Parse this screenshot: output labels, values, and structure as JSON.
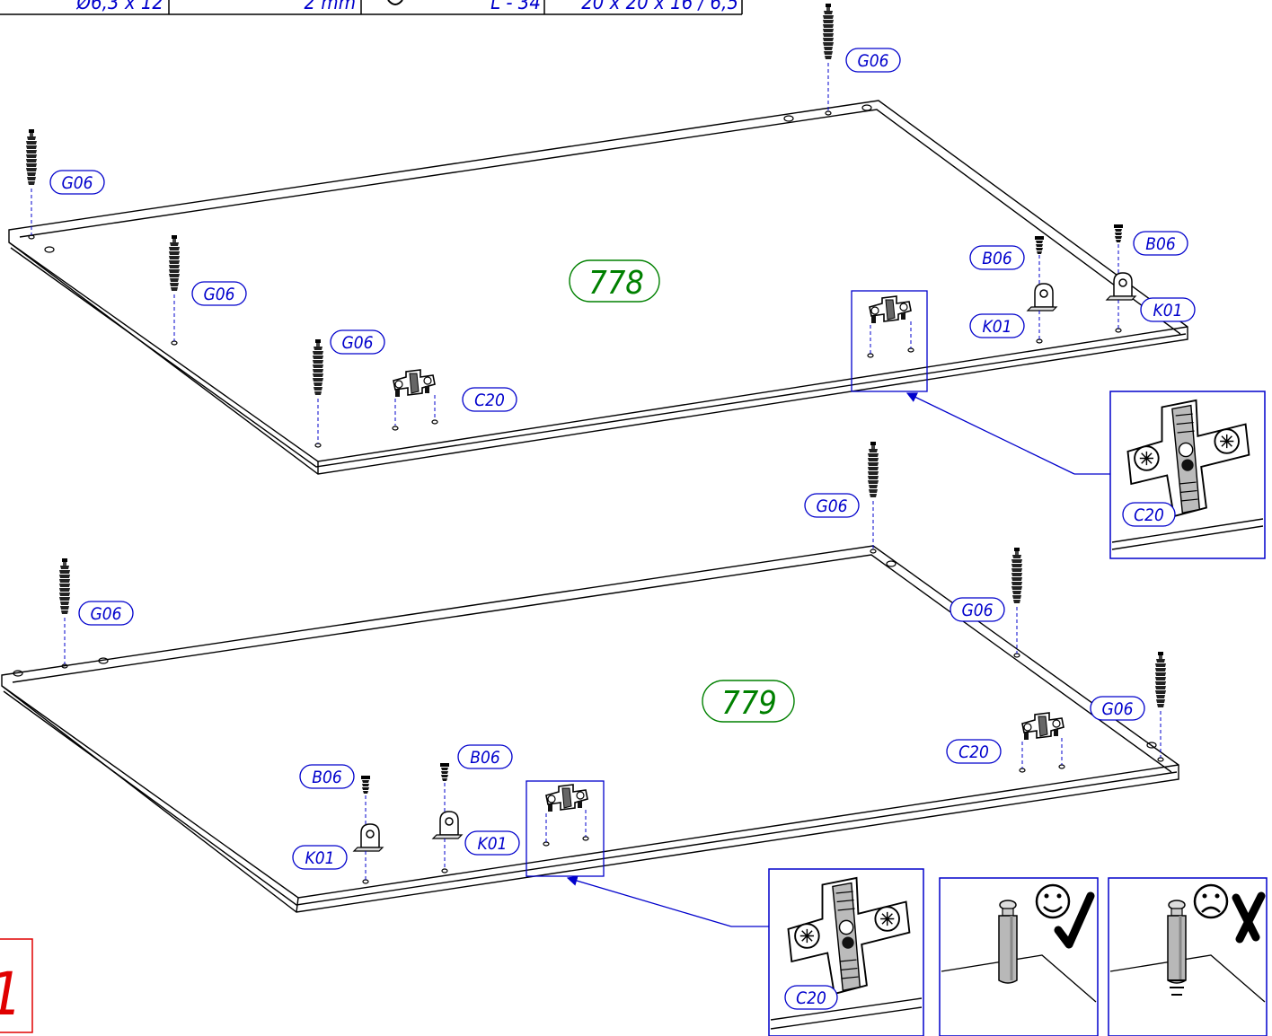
{
  "header_table": {
    "cells": [
      "Ø6,3 x 12",
      "2 mm",
      "L - 34",
      "20 x 20 x 16 / 6,5"
    ]
  },
  "step_number": "1",
  "panels": [
    {
      "id": "778"
    },
    {
      "id": "779"
    }
  ],
  "part_labels": {
    "G06": "G06",
    "B06": "B06",
    "K01": "K01",
    "C20": "C20"
  },
  "detail_insets": [
    {
      "label": "C20"
    },
    {
      "label": "C20"
    }
  ],
  "correct_icon": "smiley-check-icon",
  "wrong_icon": "frown-cross-icon",
  "colors": {
    "line": "#000000",
    "blue": "#0000cc",
    "green": "#008000",
    "red": "#e00000"
  }
}
